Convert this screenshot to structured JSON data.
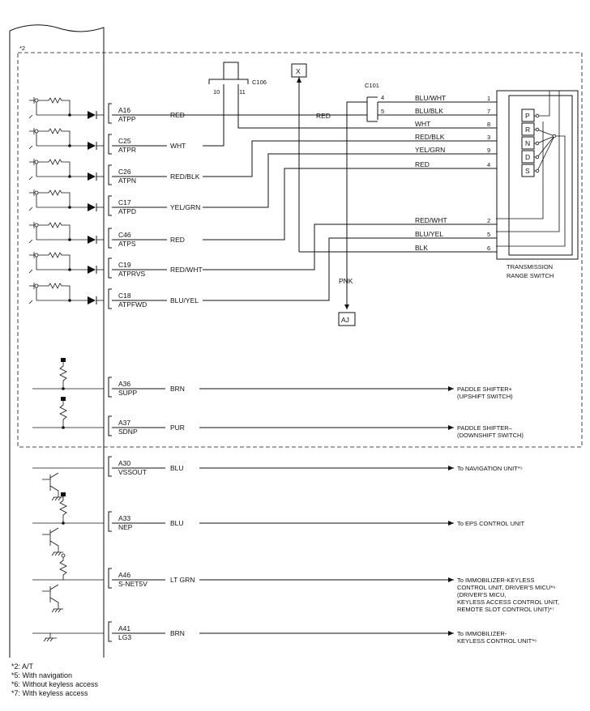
{
  "ecm_pins": [
    {
      "pin": "A16",
      "signal": "ATPP",
      "wire": "RED"
    },
    {
      "pin": "C25",
      "signal": "ATPR",
      "wire": "WHT"
    },
    {
      "pin": "C26",
      "signal": "ATPN",
      "wire": "RED/BLK"
    },
    {
      "pin": "C17",
      "signal": "ATPD",
      "wire": "YEL/GRN"
    },
    {
      "pin": "C46",
      "signal": "ATPS",
      "wire": "RED"
    },
    {
      "pin": "C19",
      "signal": "ATPRVS",
      "wire": "RED/WHT"
    },
    {
      "pin": "C18",
      "signal": "ATPFWD",
      "wire": "BLU/YEL"
    },
    {
      "pin": "A36",
      "signal": "SUPP",
      "wire": "BRN",
      "dest": [
        "PADDLE SHIFTER+",
        "(UPSHIFT SWITCH)"
      ]
    },
    {
      "pin": "A37",
      "signal": "SDNP",
      "wire": "PUR",
      "dest": [
        "PADDLE SHIFTER–",
        "(DOWNSHIFT SWITCH)"
      ]
    },
    {
      "pin": "A30",
      "signal": "VSSOUT",
      "wire": "BLU",
      "dest": [
        "To NAVIGATION UNIT*⁵"
      ]
    },
    {
      "pin": "A33",
      "signal": "NEP",
      "wire": "BLU",
      "dest": [
        "To EPS CONTROL UNIT"
      ]
    },
    {
      "pin": "A46",
      "signal": "S-NET5V",
      "wire": "LT GRN",
      "dest": [
        "To IMMOBILIZER-KEYLESS",
        "CONTROL UNIT, DRIVER'S MICU*⁶",
        "(DRIVER'S MICU,",
        "KEYLESS ACCESS CONTROL UNIT,",
        "REMOTE SLOT CONTROL UNIT)*⁷"
      ]
    },
    {
      "pin": "A41",
      "signal": "LG3",
      "wire": "BRN",
      "dest": [
        "To IMMOBILIZER-",
        "KEYLESS CONTROL UNIT*⁶"
      ]
    }
  ],
  "connectors": {
    "c106": {
      "label": "C106",
      "pins": [
        "10",
        "11"
      ]
    },
    "c101": {
      "label": "C101",
      "pins": [
        "4",
        "5"
      ]
    },
    "x": "X",
    "aj": "AJ"
  },
  "wire_labels": {
    "c106_to_c101": "RED",
    "pnk": "PNK"
  },
  "switch_wires": [
    {
      "wire": "BLU/WHT",
      "pin": "1"
    },
    {
      "wire": "BLU/BLK",
      "pin": "7"
    },
    {
      "wire": "WHT",
      "pin": "8"
    },
    {
      "wire": "RED/BLK",
      "pin": "3"
    },
    {
      "wire": "YEL/GRN",
      "pin": "9"
    },
    {
      "wire": "RED",
      "pin": "4"
    },
    {
      "wire": "RED/WHT",
      "pin": "2"
    },
    {
      "wire": "BLU/YEL",
      "pin": "5"
    },
    {
      "wire": "BLK",
      "pin": "6"
    }
  ],
  "switch_positions": [
    "P",
    "R",
    "N",
    "D",
    "S"
  ],
  "transmission_switch_label": [
    "TRANSMISSION",
    "RANGE SWITCH"
  ],
  "dashed_box_label": "*2",
  "footnotes": [
    "*2: A/T",
    "*5: With navigation",
    "*6: Without keyless access",
    "*7: With keyless access"
  ]
}
